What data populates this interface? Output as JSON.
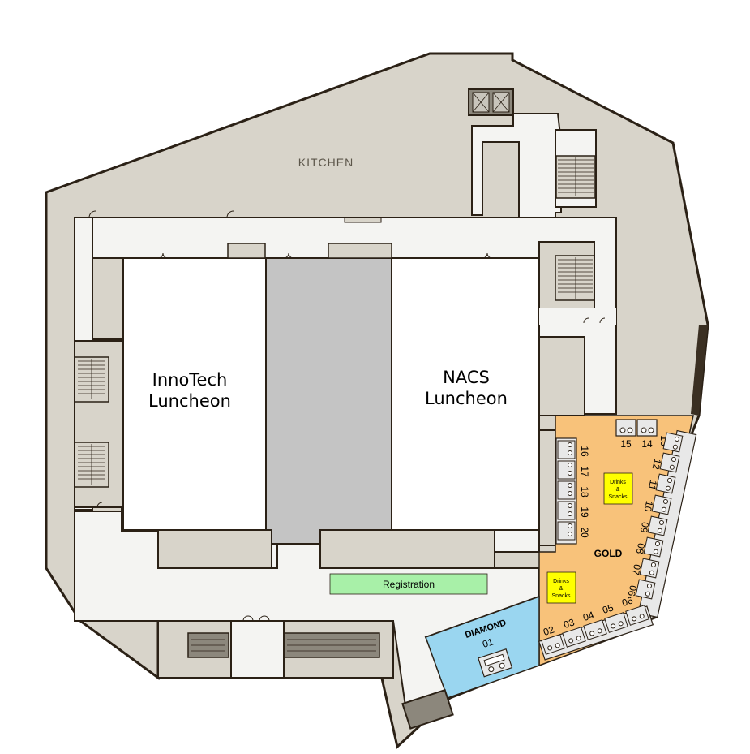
{
  "rooms": {
    "kitchen": "KITCHEN",
    "innotech": [
      "InnoTech",
      "Luncheon"
    ],
    "nacs": [
      "NACS",
      "Luncheon"
    ],
    "registration": "Registration",
    "diamond": "DIAMOND",
    "gold": "GOLD",
    "drinks_snacks": [
      "Drinks",
      "&",
      "Snacks"
    ]
  },
  "booths": {
    "top_pair": [
      "15",
      "14"
    ],
    "top_corner": "13",
    "left_column": [
      "16",
      "17",
      "18",
      "19",
      "20"
    ],
    "right_diagonal": [
      "12",
      "11",
      "10",
      "09",
      "08",
      "07",
      "06"
    ],
    "bottom_row": [
      "02",
      "03",
      "04",
      "05",
      "06"
    ],
    "diamond": "01"
  },
  "colors": {
    "wall": "#2b2116",
    "service_area": "#d8d4ca",
    "corridor": "#f4f4f2",
    "center_hall": "#c4c4c4",
    "gold_zone": "#f8c27a",
    "diamond_zone": "#9ad6f0",
    "registration": "#a8f0a8",
    "snacks_box": "#ffff00"
  }
}
